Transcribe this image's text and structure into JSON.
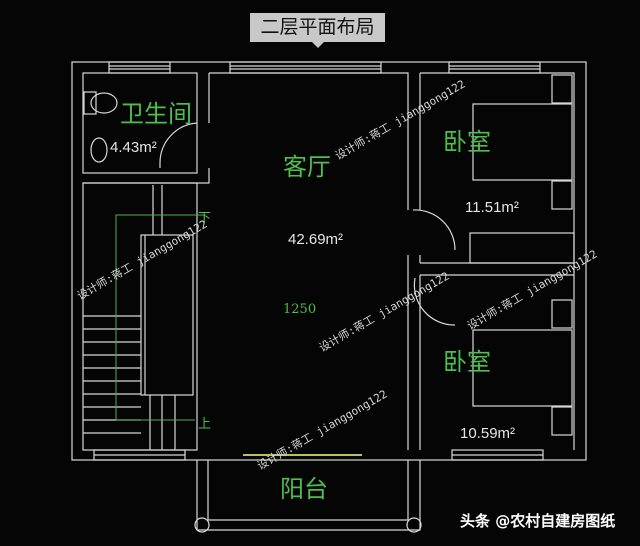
{
  "title": "二层平面布局",
  "rooms": {
    "bathroom": {
      "label": "卫生间",
      "area": "4.43m²"
    },
    "living": {
      "label": "客厅",
      "area": "42.69m²"
    },
    "bedroom1": {
      "label": "卧室",
      "area": "11.51m²"
    },
    "bedroom2": {
      "label": "卧室",
      "area": "10.59m²"
    },
    "balcony": {
      "label": "阳台"
    }
  },
  "stairs": {
    "down": "下",
    "up": "上"
  },
  "dimension": "1250",
  "watermark": "设计师:蒋工 jianggong122",
  "credit": "头条 @农村自建房图纸",
  "colors": {
    "background": "#050505",
    "walls": "#d8d8d8",
    "labels": "#4cbf4c"
  }
}
